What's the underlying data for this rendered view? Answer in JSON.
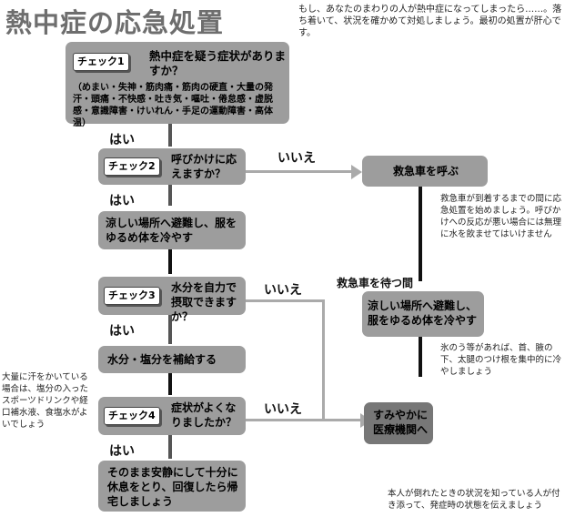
{
  "title": "熱中症の応急処置",
  "intro": "もし、あなたのまわりの人が熱中症になってしまったら……。落ち着いて、状況を確かめて対処しましょう。最初の処置が肝心です。",
  "check1": {
    "tag": "チェック1",
    "question": "熱中症を疑う症状がありますか？",
    "symptoms": "（めまい・失神・筋肉痛・筋肉の硬直・大量の発汗・頭痛・不快感・吐き気・嘔吐・倦怠感・虚脱感・意識障害・けいれん・手足の運動障害・高体温）"
  },
  "check2": {
    "tag": "チェック2",
    "question": "呼びかけに応えますか？"
  },
  "check3": {
    "tag": "チェック3",
    "question": "水分を自力で摂取できますか？"
  },
  "check4": {
    "tag": "チェック4",
    "question": "症状がよくなりましたか？"
  },
  "labels": {
    "yes1": "はい",
    "yes2": "はい",
    "yes3": "はい",
    "yes4": "はい",
    "no2": "いいえ",
    "no3": "いいえ",
    "no4": "いいえ"
  },
  "actions": {
    "cool": "涼しい場所へ避難し、服をゆるめ体を冷やす",
    "rehydrate": "水分・塩分を補給する",
    "rest": "そのまま安静にして十分に休息をとり、回復したら帰宅しましょう",
    "ambulance": "救急車を呼ぶ",
    "wait_label": "救急車を待つ間",
    "cool2": "涼しい場所へ避難し、服をゆるめ体を冷やす",
    "hospital": "すみやかに医療機関へ"
  },
  "notes": {
    "ambulance_note": "救急車が到着するまでの間に応急処置を始めましょう。呼びかけへの反応が悪い場合には無理に水を飲ませてはいけません",
    "ice_note": "氷のう等があれば、首、腋の下、太腿のつけ根を集中的に冷やしましょう",
    "sweat_note": "大量に汗をかいている場合は、塩分の入ったスポーツドリンクや経口補水液、食塩水がよいでしょう",
    "bottom_note": "本人が倒れたときの状況を知っている人が付き添って、発症時の状態を伝えましょう"
  }
}
